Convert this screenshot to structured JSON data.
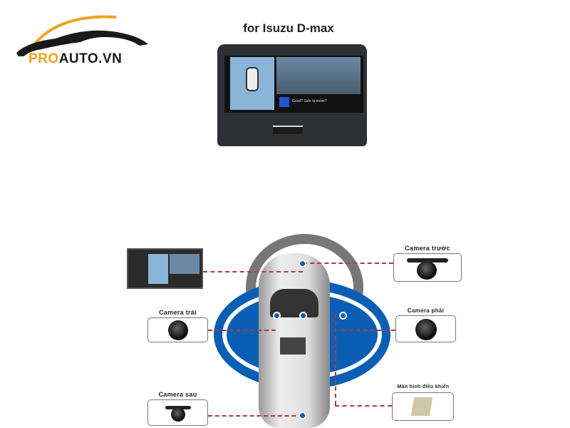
{
  "logo": {
    "pro": "PRO",
    "auto": "AUTO.VN"
  },
  "title": "for Isuzu D-max",
  "screen_message": "Good? Safe to move?",
  "labels": {
    "front": "Camera trước",
    "right": "Camera phải",
    "left": "Camera trái",
    "rear": "Camera sau",
    "controller": "Màn hình điều khiển"
  },
  "colors": {
    "brand_orange": "#f0a11e",
    "blue": "#0a5fb4",
    "dash": "#b23a3a"
  }
}
